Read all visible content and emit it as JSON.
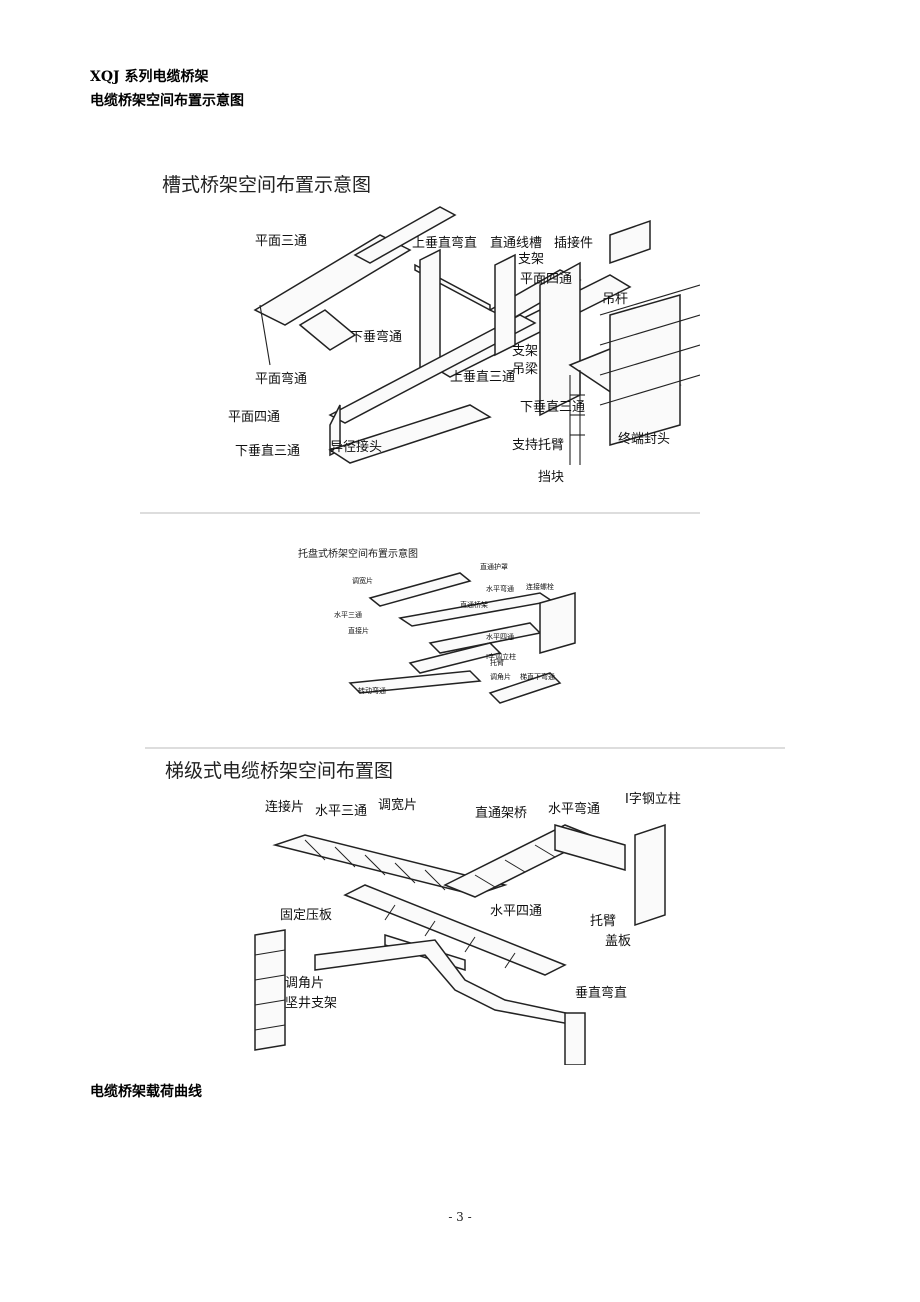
{
  "header": {
    "title1": "XQJ 系列电缆桥架",
    "title2": "电缆桥架空间布置示意图",
    "title3": "电缆桥架载荷曲线"
  },
  "figure1": {
    "title": "槽式桥架空间布置示意图",
    "labels": [
      "平面三通",
      "上垂直弯直",
      "直通线槽",
      "插接件",
      "支架",
      "平面四通",
      "吊杆",
      "下垂弯通",
      "支架",
      "平面弯通",
      "上垂直三通",
      "吊梁",
      "平面四通",
      "下垂直三通",
      "支持托臂",
      "终端封头",
      "下垂直三通",
      "异径接头",
      "挡块"
    ]
  },
  "figure2": {
    "title": "托盘式桥架空间布置示意图",
    "labels": [
      "直通护罩",
      "调宽片",
      "连接螺栓",
      "水平弯通",
      "水平三通",
      "直通桥架",
      "直接片",
      "水平四通",
      "托臂",
      "I字调立柱",
      "调角片",
      "转动弯通",
      "梯直下弯通"
    ]
  },
  "figure3": {
    "title": "梯级式电缆桥架空间布置图",
    "labels": [
      "连接片",
      "水平三通",
      "调宽片",
      "直通架桥",
      "水平弯通",
      "I字钢立柱",
      "固定压板",
      "水平四通",
      "托臂",
      "盖板",
      "调角片",
      "坚井支架",
      "垂直弯直"
    ]
  },
  "footer": {
    "page": "- 3 -"
  }
}
